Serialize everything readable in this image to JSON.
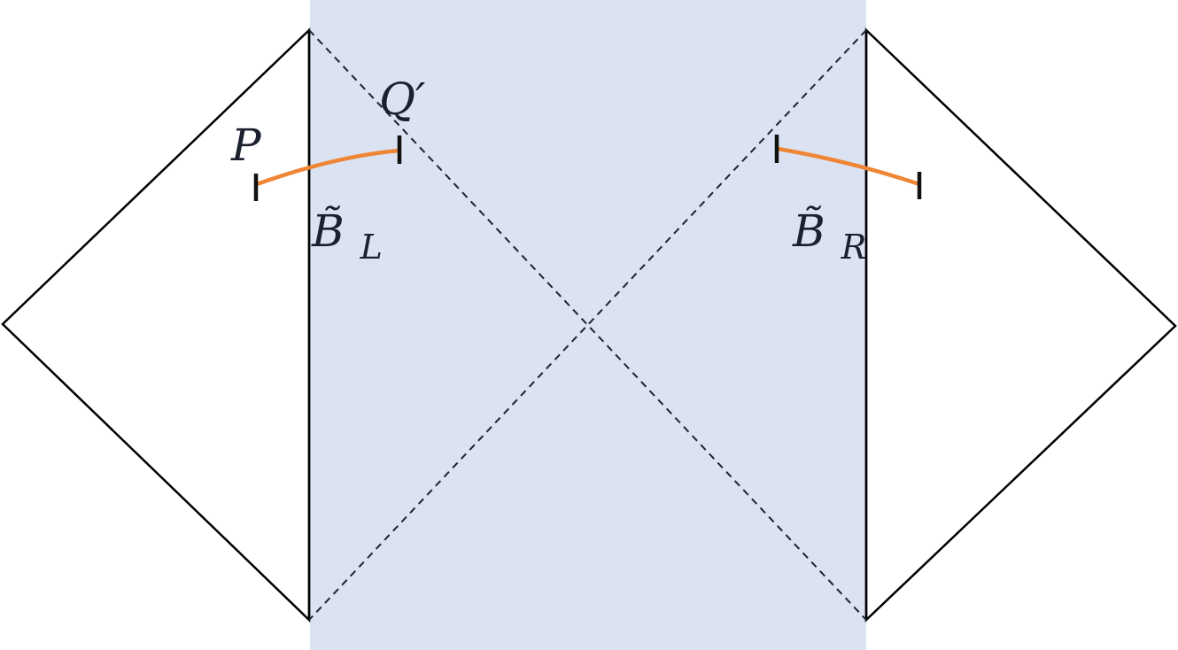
{
  "colors": {
    "shaded_region": "#dbe3f3",
    "curve": "#ef8635",
    "outline": "#000000",
    "horizon_dashed": "#1c2233",
    "label_text": "#1b1f2e"
  },
  "labels": {
    "P": "P",
    "Q_prime": "Q′",
    "B_L_base": "B̃",
    "B_L_sub": "L",
    "B_R_base": "B̃",
    "B_R_sub": "R"
  }
}
